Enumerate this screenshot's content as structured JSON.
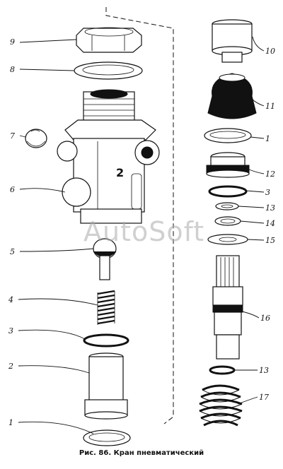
{
  "caption": "Рис. 86. Кран пневматический",
  "watermark": "AutoSoft",
  "body_marking": "2",
  "left_labels": [
    {
      "id": "9",
      "text": "9"
    },
    {
      "id": "8",
      "text": "8"
    },
    {
      "id": "7",
      "text": "7"
    },
    {
      "id": "6",
      "text": "6"
    },
    {
      "id": "5",
      "text": "5"
    },
    {
      "id": "4",
      "text": "4"
    },
    {
      "id": "3",
      "text": "3"
    },
    {
      "id": "2",
      "text": "2"
    },
    {
      "id": "1",
      "text": "1"
    }
  ],
  "right_labels": [
    {
      "id": "10",
      "text": "10"
    },
    {
      "id": "11",
      "text": "11"
    },
    {
      "id": "1",
      "text": "1"
    },
    {
      "id": "12",
      "text": "12"
    },
    {
      "id": "3",
      "text": "3"
    },
    {
      "id": "13",
      "text": "13"
    },
    {
      "id": "14",
      "text": "14"
    },
    {
      "id": "15",
      "text": "15"
    },
    {
      "id": "16",
      "text": "16"
    },
    {
      "id": "13b",
      "text": "13"
    },
    {
      "id": "17",
      "text": "17"
    }
  ]
}
